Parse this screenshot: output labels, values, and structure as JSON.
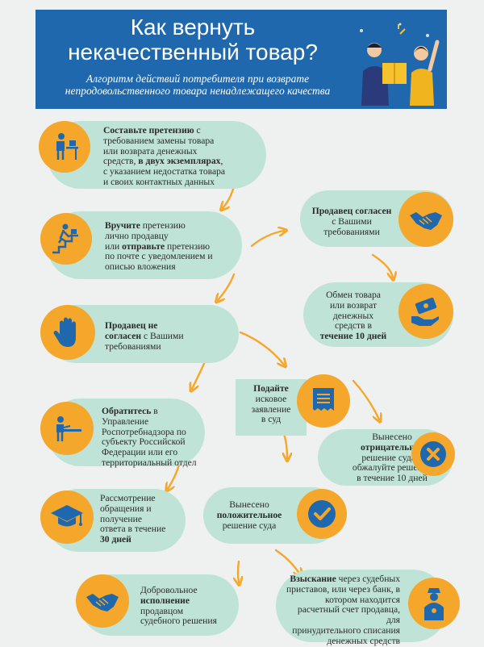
{
  "header": {
    "title_line1": "Как вернуть",
    "title_line2": "некачественный товар?",
    "subtitle_line1": "Алгоритм действий потребителя при возврате",
    "subtitle_line2": "непродовольственного товара ненадлежащего качества"
  },
  "steps": {
    "claim": {
      "bold1": "Составьте претензию",
      "l1": " с",
      "l2": "требованием замены товара",
      "l3": "или возврата денежных",
      "l4a": "средств, ",
      "bold2": "в двух экземплярах",
      "l4b": ",",
      "l5": "с указанием недостатка товара",
      "l6": "и своих контактных данных"
    },
    "deliver": {
      "bold1": "Вручите",
      "l1": " претензию",
      "l2": "лично продавцу",
      "l3a": "или ",
      "bold2": "отправьте",
      "l3b": " претензию",
      "l4": "по почте с уведомлением и",
      "l5": "описью вложения"
    },
    "seller_disagrees": {
      "bold1": "Продавец не",
      "bold2": "согласен",
      "l2": " с Вашими",
      "l3": "требованиями"
    },
    "seller_agrees": {
      "bold1": "Продавец согласен",
      "l2": "с Вашими",
      "l3": "требованиями"
    },
    "exchange": {
      "l1": "Обмен товара",
      "l2": "или возврат",
      "l3": "денежных",
      "l4": "средств в",
      "bold1": "течение 10 дней"
    },
    "court": {
      "bold1": "Подайте",
      "l2": "исковое",
      "l3": "заявление",
      "l4": "в суд"
    },
    "negative": {
      "l1": "Вынесено",
      "bold1": "отрицательное",
      "l3": "решение суда –",
      "l4": "обжалуйте решение",
      "l5": "в течение 10 дней"
    },
    "rospotreb": {
      "bold1": "Обратитесь",
      "l1": " в Управление",
      "l2": "Роспотребнадзора по",
      "l3": "субъекту Российской",
      "l4": "Федерации  или его",
      "l5": "территориальный отдел"
    },
    "review": {
      "l1": "Рассмотрение",
      "l2": "обращения и",
      "l3": "получение",
      "l4": "ответа в течение",
      "bold1": "30 дней"
    },
    "positive": {
      "l1": "Вынесено",
      "bold1": "положительное",
      "l3": "решение суда"
    },
    "voluntary": {
      "l1": "Добровольное",
      "bold1": "исполнение",
      "l3": "продавцом",
      "l4": "судебного решения"
    },
    "recovery": {
      "bold1": "Взыскание",
      "l1": " через судебных",
      "l2": "приставов, или через банк, в",
      "l3": "котором находится",
      "l4": "расчетный счет продавца, для",
      "l5": "принудительного списания",
      "l6": "денежных средств"
    }
  },
  "colors": {
    "header_bg": "#1f68ad",
    "pill_bg": "#bfe4d7",
    "circle": "#f4a72a",
    "icon": "#1f68ad",
    "arrow": "#f4a72a"
  }
}
